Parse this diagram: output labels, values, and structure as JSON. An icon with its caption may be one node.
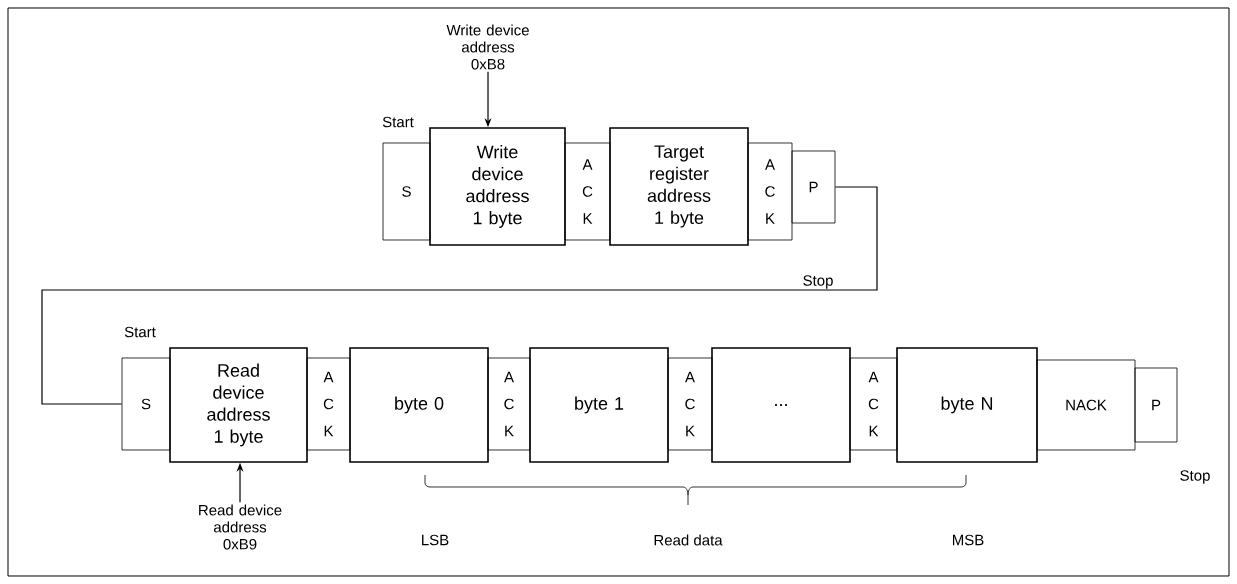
{
  "diagram": {
    "nodes": [
      {
        "text": [
          "Write device address 0xB8"
        ]
      },
      {
        "text": [
          "S"
        ],
        "beside": [
          "Start"
        ]
      },
      {
        "text": [
          "Write device address 1 byte"
        ]
      },
      {
        "text": [
          "A C K"
        ]
      },
      {
        "text": [
          "Target register address 1 byte"
        ]
      },
      {
        "text": [
          "A C K"
        ]
      },
      {
        "text": [
          "P"
        ],
        "beside": [
          "Stop"
        ]
      },
      {
        "text": [
          "S"
        ],
        "beside": [
          "Start"
        ]
      },
      {
        "text": [
          "Read device address 1 byte"
        ]
      },
      {
        "text": [
          "A C K"
        ]
      },
      {
        "text": [
          "byte 0"
        ]
      },
      {
        "text": [
          "A C K"
        ]
      },
      {
        "text": [
          "byte 1"
        ]
      },
      {
        "text": [
          "A C K"
        ]
      },
      {
        "text": [
          "..."
        ]
      },
      {
        "text": [
          "A C K"
        ]
      },
      {
        "text": [
          "byte N"
        ]
      },
      {
        "text": [
          "NACK"
        ]
      },
      {
        "text": [
          "P"
        ],
        "beside": [
          "Stop"
        ]
      },
      {
        "text": [
          "Read device address 0xB9"
        ]
      }
    ],
    "edges": [
      {
        "from": 0,
        "to": 2,
        "arrow": "to"
      },
      {
        "from": 6,
        "to": 7,
        "arrow": "none"
      },
      {
        "from": 19,
        "to": 8,
        "arrow": "to"
      }
    ],
    "labels": [
      "LSB",
      "Read data",
      "MSB"
    ]
  }
}
